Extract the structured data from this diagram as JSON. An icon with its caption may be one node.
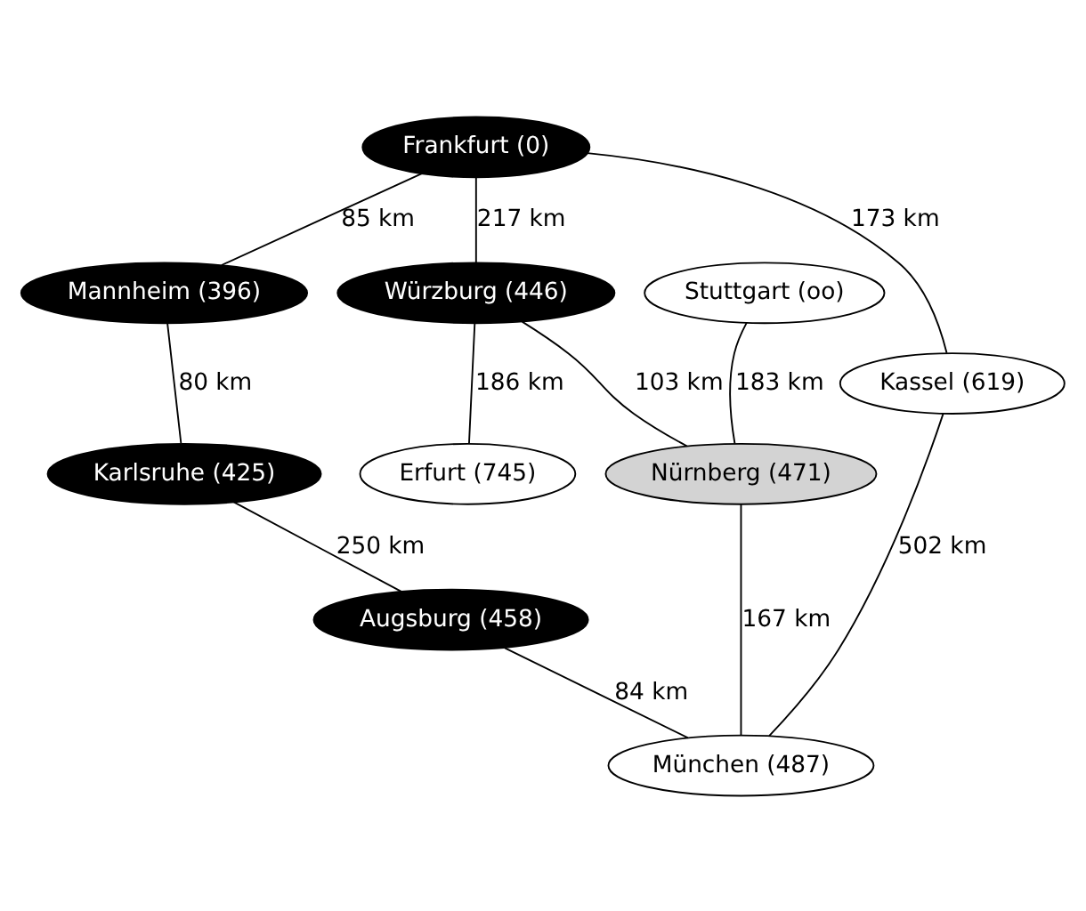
{
  "diagram": {
    "nodes": [
      {
        "text": [
          "Frankfurt (0)"
        ]
      },
      {
        "text": [
          "Mannheim (396)"
        ]
      },
      {
        "text": [
          "Würzburg (446)"
        ]
      },
      {
        "text": [
          "Stuttgart (oo)"
        ]
      },
      {
        "text": [
          "Kassel (619)"
        ]
      },
      {
        "text": [
          "Karlsruhe (425)"
        ]
      },
      {
        "text": [
          "Erfurt (745)"
        ]
      },
      {
        "text": [
          "Nürnberg (471)"
        ]
      },
      {
        "text": [
          "Augsburg (458)"
        ]
      },
      {
        "text": [
          "München (487)"
        ]
      }
    ],
    "edges": [
      {
        "from": 0,
        "to": 1,
        "arrow": "none",
        "label": "85 km"
      },
      {
        "from": 0,
        "to": 2,
        "arrow": "none",
        "label": "217 km"
      },
      {
        "from": 0,
        "to": 4,
        "arrow": "none",
        "label": "173 km"
      },
      {
        "from": 1,
        "to": 5,
        "arrow": "none",
        "label": "80 km"
      },
      {
        "from": 2,
        "to": 6,
        "arrow": "none",
        "label": "186 km"
      },
      {
        "from": 2,
        "to": 7,
        "arrow": "none",
        "label": "103 km"
      },
      {
        "from": 3,
        "to": 7,
        "arrow": "none",
        "label": "183 km"
      },
      {
        "from": 5,
        "to": 8,
        "arrow": "none",
        "label": "250 km"
      },
      {
        "from": 7,
        "to": 9,
        "arrow": "none",
        "label": "167 km"
      },
      {
        "from": 4,
        "to": 9,
        "arrow": "none",
        "label": "502 km"
      },
      {
        "from": 8,
        "to": 9,
        "arrow": "none",
        "label": "84 km"
      }
    ]
  }
}
